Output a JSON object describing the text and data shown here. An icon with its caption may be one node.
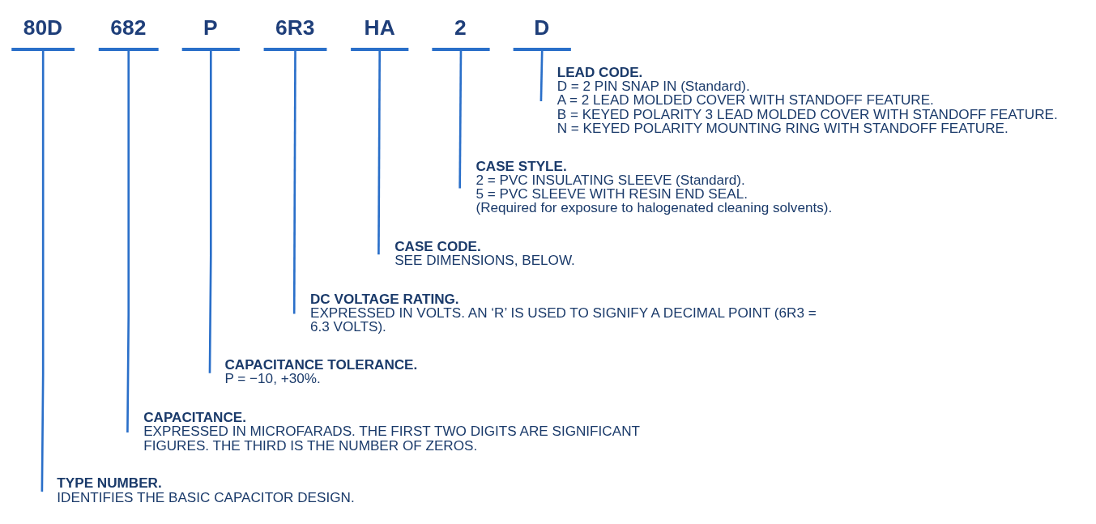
{
  "diagram": {
    "nodes": [
      {
        "text": [
          "80D"
        ]
      },
      {
        "text": [
          "682"
        ]
      },
      {
        "text": [
          "P"
        ]
      },
      {
        "text": [
          "6R3"
        ]
      },
      {
        "text": [
          "HA"
        ]
      },
      {
        "text": [
          "2"
        ]
      },
      {
        "text": [
          "D"
        ]
      },
      {
        "text": [
          "LEAD CODE.",
          "D = 2 PIN SNAP IN (Standard).",
          "A = 2 LEAD MOLDED COVER WITH STANDOFF FEATURE.",
          "B = KEYED POLARITY 3 LEAD MOLDED COVER WITH STANDOFF FEATURE.",
          "N = KEYED POLARITY MOUNTING RING WITH STANDOFF FEATURE."
        ]
      },
      {
        "text": [
          "CASE STYLE.",
          "2 = PVC INSULATING SLEEVE (Standard).",
          "5 = PVC SLEEVE WITH RESIN END SEAL.",
          "(Required for exposure to halogenated cleaning solvents)."
        ]
      },
      {
        "text": [
          "CASE CODE.",
          "SEE DIMENSIONS, BELOW."
        ]
      },
      {
        "text": [
          "DC VOLTAGE RATING.",
          "EXPRESSED IN VOLTS. AN ‘R’ IS USED TO SIGNIFY A DECIMAL POINT (6R3 = 6.3 VOLTS)."
        ]
      },
      {
        "text": [
          "CAPACITANCE TOLERANCE.",
          "P = −10, +30%."
        ]
      },
      {
        "text": [
          "CAPACITANCE.",
          "EXPRESSED IN MICROFARADS. THE FIRST TWO DIGITS ARE SIGNIFICANT FIGURES. THE THIRD IS THE NUMBER OF ZEROS."
        ]
      },
      {
        "text": [
          "TYPE NUMBER.",
          "IDENTIFIES THE BASIC CAPACITOR DESIGN."
        ]
      }
    ],
    "edges": [
      {
        "from": 6,
        "to": 7,
        "arrow": "none"
      },
      {
        "from": 5,
        "to": 8,
        "arrow": "none"
      },
      {
        "from": 4,
        "to": 9,
        "arrow": "none"
      },
      {
        "from": 3,
        "to": 10,
        "arrow": "none"
      },
      {
        "from": 2,
        "to": 11,
        "arrow": "none"
      },
      {
        "from": 1,
        "to": 12,
        "arrow": "none"
      },
      {
        "from": 0,
        "to": 13,
        "arrow": "none"
      }
    ]
  }
}
